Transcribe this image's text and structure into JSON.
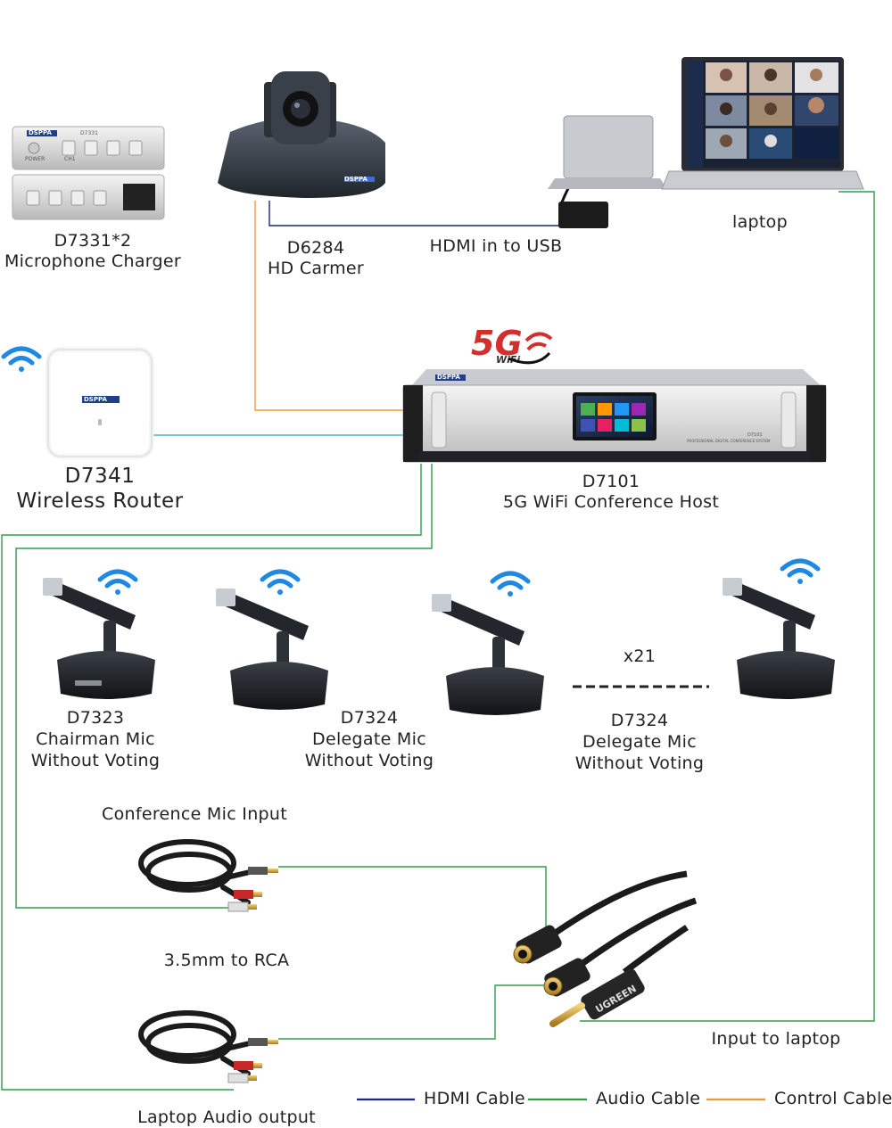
{
  "devices": {
    "charger": {
      "model": "D7331*2",
      "name": "Microphone Charger",
      "brand": "DSPPA",
      "model_plate": "D7331",
      "bay_label": "CH1",
      "power_label": "POWER"
    },
    "camera": {
      "model": "D6284",
      "name": "HD Carmer",
      "brand": "DSPPA"
    },
    "converter": {
      "name": "HDMI in to USB"
    },
    "laptop": {
      "name": "laptop"
    },
    "router": {
      "model": "D7341",
      "name": "Wireless Router",
      "brand": "DSPPA"
    },
    "host": {
      "model": "D7101",
      "name": "5G WiFi Conference Host",
      "brand": "DSPPA",
      "badge_main": "5G",
      "badge_sub": "WiFi",
      "panel_caption": "PROFESSIONAL DIGITAL CONFERENCE SYSTEM",
      "panel_model": "D7101"
    },
    "mic_chairman": {
      "model": "D7323",
      "line1": "Chairman Mic",
      "line2": "Without Voting"
    },
    "mic_delegate_1": {
      "model": "D7324",
      "line1": "Delegate Mic",
      "line2": "Without Voting"
    },
    "mic_delegate_2": {
      "model": "D7324",
      "line1": "Delegate Mic",
      "line2": "Without Voting"
    },
    "mic_count": "x21",
    "cable_mic_input": {
      "label": "Conference Mic Input"
    },
    "cable_rca": {
      "label": "3.5mm to RCA"
    },
    "cable_laptop_output": {
      "label": "Laptop Audio output"
    },
    "splitter": {
      "label": "Input to laptop",
      "brand": "UGREEN"
    }
  },
  "legend": {
    "hdmi": {
      "label": "HDMI Cable",
      "color": "#1a237e"
    },
    "audio": {
      "label": "Audio Cable",
      "color": "#2e9d4a"
    },
    "control": {
      "label": "Control Cable",
      "color": "#ef9a3a"
    }
  },
  "colors": {
    "wifi": "#1e88e5",
    "link": "#4ab0c4",
    "accent_red": "#d32f2f"
  }
}
